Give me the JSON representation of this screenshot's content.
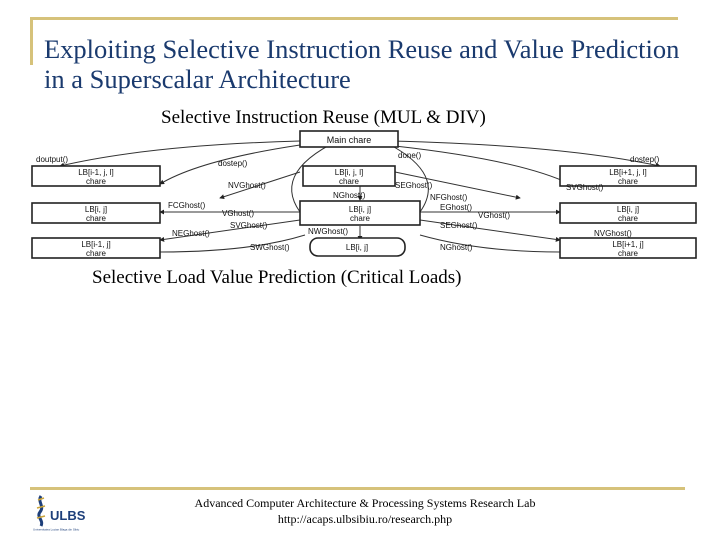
{
  "slide": {
    "title": "Exploiting Selective Instruction Reuse and Value Prediction in a Superscalar Architecture",
    "heading_reuse": "Selective Instruction Reuse (MUL & DIV)",
    "heading_lvp": "Selective Load Value Prediction (Critical Loads)"
  },
  "diagram": {
    "nodes": {
      "main": "Main chare",
      "mid1a": "LB[i, j, l]",
      "mid1b": "chare",
      "mid2a": "LB[i, j]",
      "mid2b": "chare",
      "mid3": "LB[i, j]",
      "l1a": "LB[i-1, j, l]",
      "l1b": "chare",
      "l2a": "LB[i, j]",
      "l2b": "chare",
      "l3a": "LB[i-1, j]",
      "l3b": "chare",
      "r1a": "LB[i+1, j, l]",
      "r1b": "chare",
      "r2a": "LB[i, j]",
      "r2b": "chare",
      "r3a": "LB[i+1, j]",
      "r3b": "chare"
    },
    "edges": {
      "e1": "doutput()",
      "e2": "dostep()",
      "e3": "done()",
      "e4": "dostep()",
      "e5": "NVGhost()",
      "e6": "SEGhost()",
      "e7": "SVGhost()",
      "e8": "FCGhost()",
      "e9": "NFGhost()",
      "e10": "VGhost()",
      "e11": "EGhost()",
      "e12": "NGhost()",
      "e13": "SVGhost()",
      "e14": "VGhost()",
      "e15": "SEGhost()",
      "e16": "NEGhost()",
      "e17": "NWGhost()",
      "e18": "NVGhost()",
      "e19": "SWGhost()",
      "e20": "NGhost()"
    }
  },
  "logo": {
    "text": "ULBS",
    "tagline": "Universitatea Lucian Blaga din Sibiu"
  },
  "footer": {
    "lab": "Advanced Computer Architecture & Processing Systems Research Lab",
    "url": "http://acaps.ulbsibiu.ro/research.php"
  }
}
